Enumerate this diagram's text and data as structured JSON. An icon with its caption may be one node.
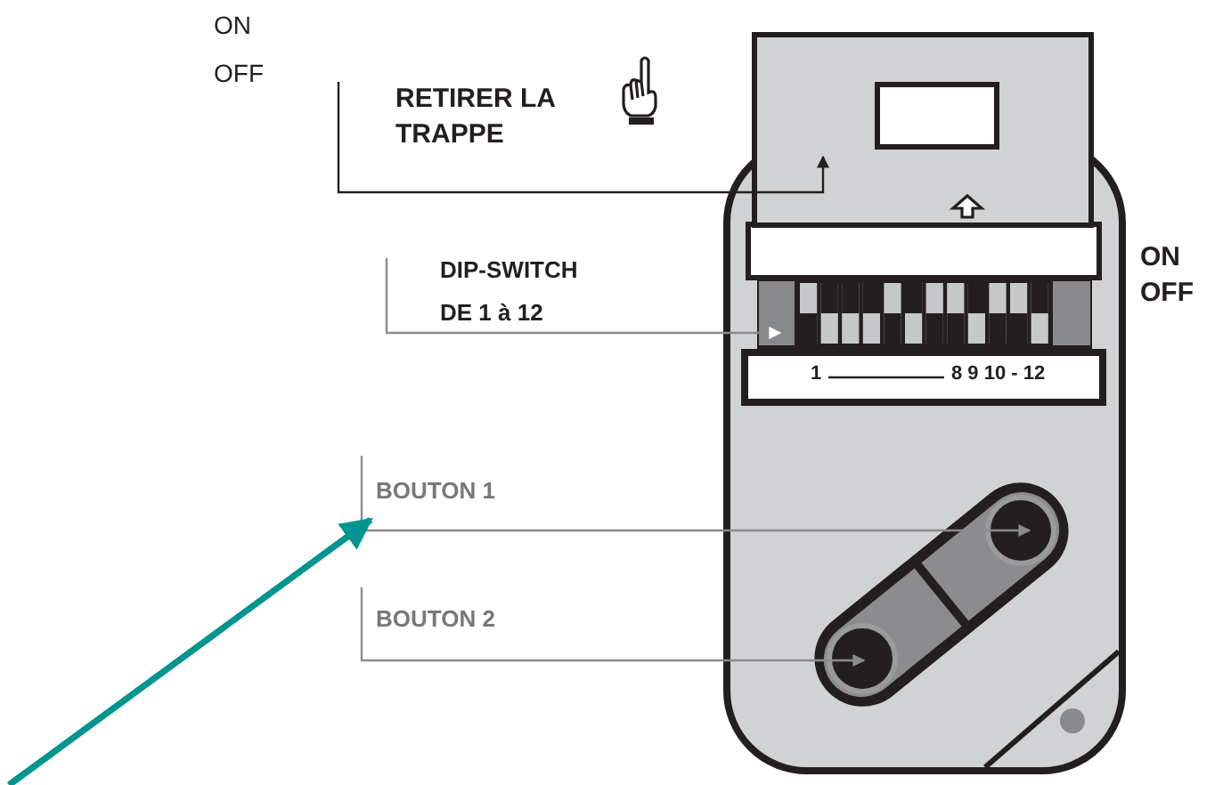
{
  "diagram": {
    "nodes": [
      {
        "text": [
          "RETIRER LA TRAPPE"
        ]
      },
      {
        "text": [],
        "shape": "box"
      },
      {
        "text": [
          "DIP-SWITCH",
          "DE 1 à 12"
        ]
      },
      {
        "text": [],
        "shape": "box"
      },
      {
        "text": [
          "BOUTON 1"
        ]
      },
      {
        "text": [],
        "shape": "circle"
      },
      {
        "text": [
          "BOUTON 2"
        ]
      },
      {
        "text": [],
        "shape": "circle"
      }
    ],
    "edges": [
      {
        "from": 0,
        "to": 1,
        "arrow": "to",
        "color": "#231f20"
      },
      {
        "from": 2,
        "to": 3,
        "arrow": "to"
      },
      {
        "from": 4,
        "to": 5,
        "arrow": "to"
      },
      {
        "from": 6,
        "to": 7,
        "arrow": "to"
      },
      {
        "from": null,
        "to": 4,
        "arrow": "to",
        "style": "thick",
        "color": "#00958f"
      }
    ],
    "labels": [
      "ON",
      "OFF",
      "ON",
      "OFF",
      "1",
      "8 9 10 - 12"
    ]
  }
}
